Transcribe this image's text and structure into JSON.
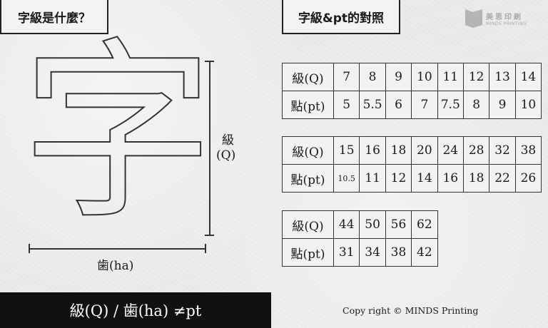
{
  "left_title": "字級是什麼？",
  "right_title": "字級&pt的對照",
  "logo": {
    "name": "美思印刷",
    "sub": "MINDS PRINTING"
  },
  "illustration": {
    "character": "字",
    "height_label_1": "級",
    "height_label_2": "(Q)",
    "width_label": "歯(ha)"
  },
  "row_labels": {
    "q": "級(Q)",
    "pt": "點(pt)"
  },
  "tables": [
    {
      "q": [
        "7",
        "8",
        "9",
        "10",
        "11",
        "12",
        "13",
        "14"
      ],
      "pt": [
        "5",
        "5.5",
        "6",
        "7",
        "7.5",
        "8",
        "9",
        "10"
      ]
    },
    {
      "q": [
        "15",
        "16",
        "18",
        "20",
        "24",
        "28",
        "32",
        "38"
      ],
      "pt": [
        "10.5",
        "11",
        "12",
        "14",
        "16",
        "18",
        "22",
        "26"
      ]
    },
    {
      "q": [
        "44",
        "50",
        "56",
        "62"
      ],
      "pt": [
        "31",
        "34",
        "38",
        "42"
      ]
    }
  ],
  "footer": "級(Q) / 歯(ha) ≠pt",
  "copyright": "Copy right © MINDS Printing"
}
